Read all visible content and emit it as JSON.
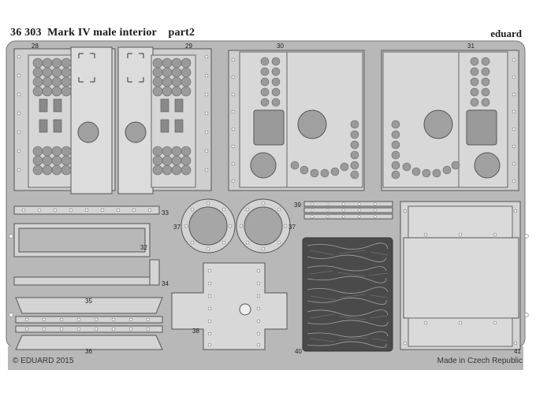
{
  "header": {
    "code": "36 303",
    "title": "Mark IV male interior",
    "part": "part2",
    "brand": "eduard"
  },
  "footer": {
    "copyright": "© EDUARD 2015",
    "origin": "Made in Czech Republic"
  },
  "part_numbers": {
    "p28": "28",
    "p29": "29",
    "p30": "30",
    "p31": "31",
    "p32": "32",
    "p33": "33",
    "p34": "34",
    "p35": "35",
    "p36": "36",
    "p37a": "37",
    "p37b": "37",
    "p38": "38",
    "p39": "39",
    "p40": "40",
    "p41": "41"
  },
  "colors": {
    "sheet": "#b8b8b8",
    "part": "#d4d4d4",
    "frame": "#a6a6a6",
    "hole": "#f4f4f4",
    "outline": "#555555"
  }
}
